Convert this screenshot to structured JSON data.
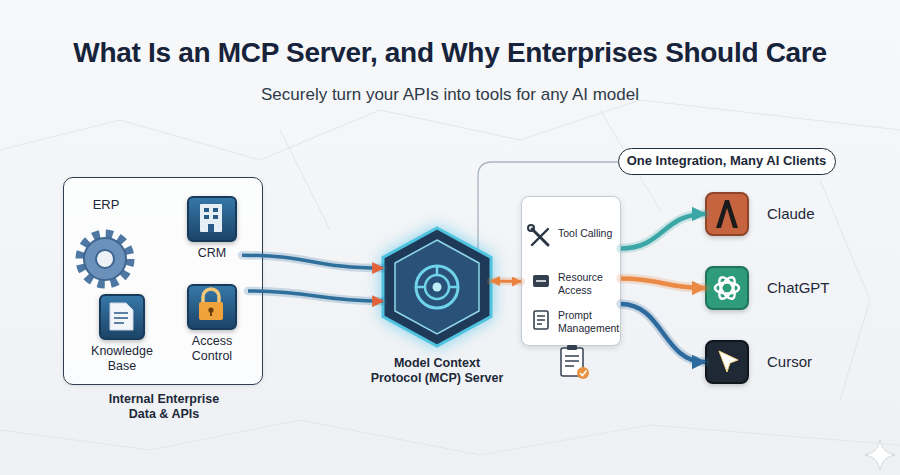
{
  "diagram": {
    "title": "What Is an MCP Server, and Why Enterprises Should Care",
    "caption": "Securely turn your APIs into tools for any AI model",
    "nodes": [
      {
        "text": [
          "Internal Enterprise Data & APIs"
        ]
      },
      {
        "text": [
          "ERP"
        ],
        "in": 0
      },
      {
        "text": [
          "CRM"
        ],
        "in": 0
      },
      {
        "text": [
          "Knowledge Base"
        ],
        "in": 0
      },
      {
        "text": [
          "Access Control"
        ],
        "in": 0
      },
      {
        "text": [
          "Model Context Protocol (MCP) Server"
        ]
      },
      {
        "text": [
          "Tool Calling",
          "Resource Access",
          "Prompt Management"
        ]
      },
      {
        "text": [
          "One Integration, Many AI Clients"
        ]
      },
      {
        "text": [
          "Claude"
        ]
      },
      {
        "text": [
          "ChatGPT"
        ]
      },
      {
        "text": [
          "Cursor"
        ]
      }
    ],
    "edges": [
      {
        "from": 2,
        "to": 5,
        "arrow": "to"
      },
      {
        "from": 4,
        "to": 5,
        "arrow": "to"
      },
      {
        "from": 5,
        "to": 6,
        "arrow": "both"
      },
      {
        "from": 6,
        "to": 8,
        "arrow": "to"
      },
      {
        "from": 6,
        "to": 9,
        "arrow": "to"
      },
      {
        "from": 6,
        "to": 10,
        "arrow": "to"
      }
    ]
  }
}
